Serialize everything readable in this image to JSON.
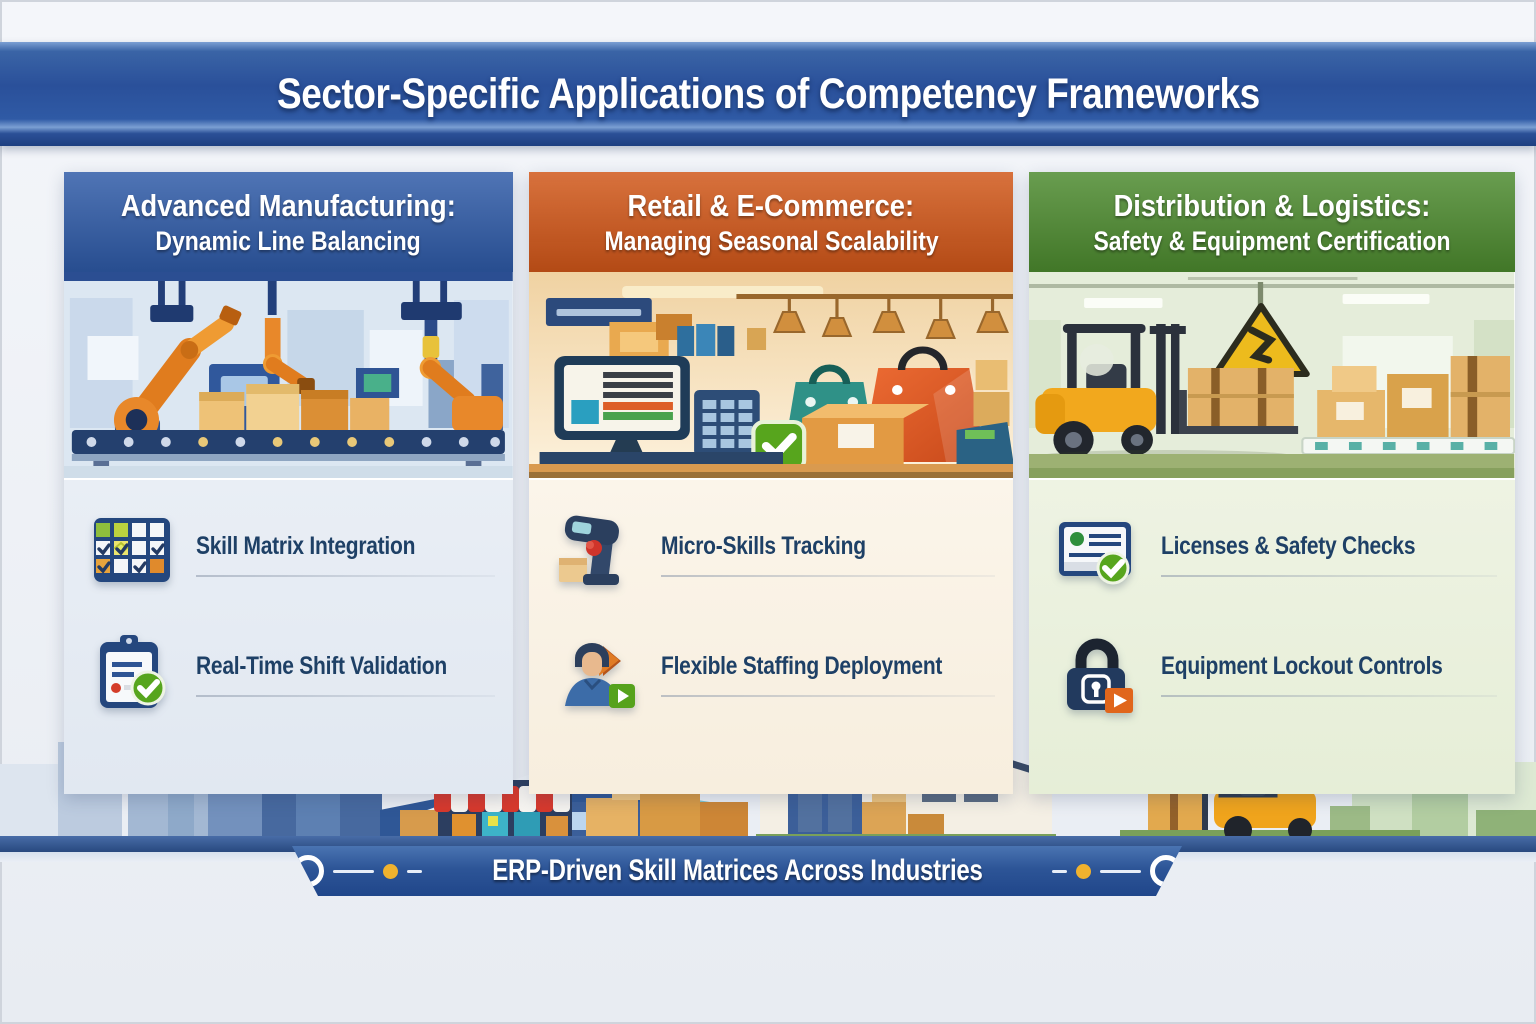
{
  "title": "Sector-Specific Applications of Competency Frameworks",
  "columns": [
    {
      "id": "advanced-manufacturing",
      "title": "Advanced Manufacturing:",
      "subtitle": "Dynamic Line Balancing",
      "accent": "#2e5aa7",
      "illustration": "robotic-arms-conveyor-scene",
      "items": [
        {
          "label": "Skill Matrix Integration",
          "icon": "skill-matrix-grid-icon"
        },
        {
          "label": "Real-Time Shift Validation",
          "icon": "clipboard-check-icon"
        }
      ]
    },
    {
      "id": "retail-ecommerce",
      "title": "Retail & E-Commerce:",
      "subtitle": "Managing Seasonal Scalability",
      "accent": "#d15618",
      "illustration": "retail-pos-shopping-bags-scene",
      "items": [
        {
          "label": "Micro-Skills Tracking",
          "icon": "barcode-scanner-icon"
        },
        {
          "label": "Flexible Staffing Deployment",
          "icon": "worker-arrow-play-icon"
        }
      ]
    },
    {
      "id": "distribution-logistics",
      "title": "Distribution & Logistics:",
      "subtitle": "Safety & Equipment Certification",
      "accent": "#4c8a2e",
      "illustration": "forklift-warehouse-scene",
      "items": [
        {
          "label": "Licenses & Safety Checks",
          "icon": "license-card-check-icon"
        },
        {
          "label": "Equipment Lockout Controls",
          "icon": "padlock-play-icon"
        }
      ]
    }
  ],
  "footer": {
    "banner_label": "ERP-Driven Skill Matrices Across Industries"
  },
  "colors": {
    "banner_blue": "#2a509a",
    "ribbon_blue": "#2d5597",
    "item_text": "#1e4066",
    "dot_yellow": "#f0b22e",
    "check_green": "#57a51d",
    "alert_orange": "#e0661c",
    "page_bg": "#eef1f6"
  }
}
